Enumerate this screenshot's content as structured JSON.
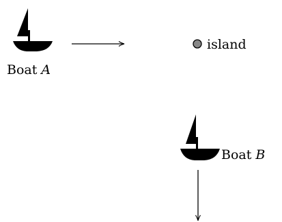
{
  "diagram": {
    "boat_a": {
      "label": "Boat",
      "variable": "A"
    },
    "boat_b": {
      "label": "Boat",
      "variable": "B"
    },
    "island": {
      "label": "island",
      "marker_fill": "#888888"
    },
    "colors": {
      "ink": "#000000",
      "background": "#ffffff"
    }
  }
}
